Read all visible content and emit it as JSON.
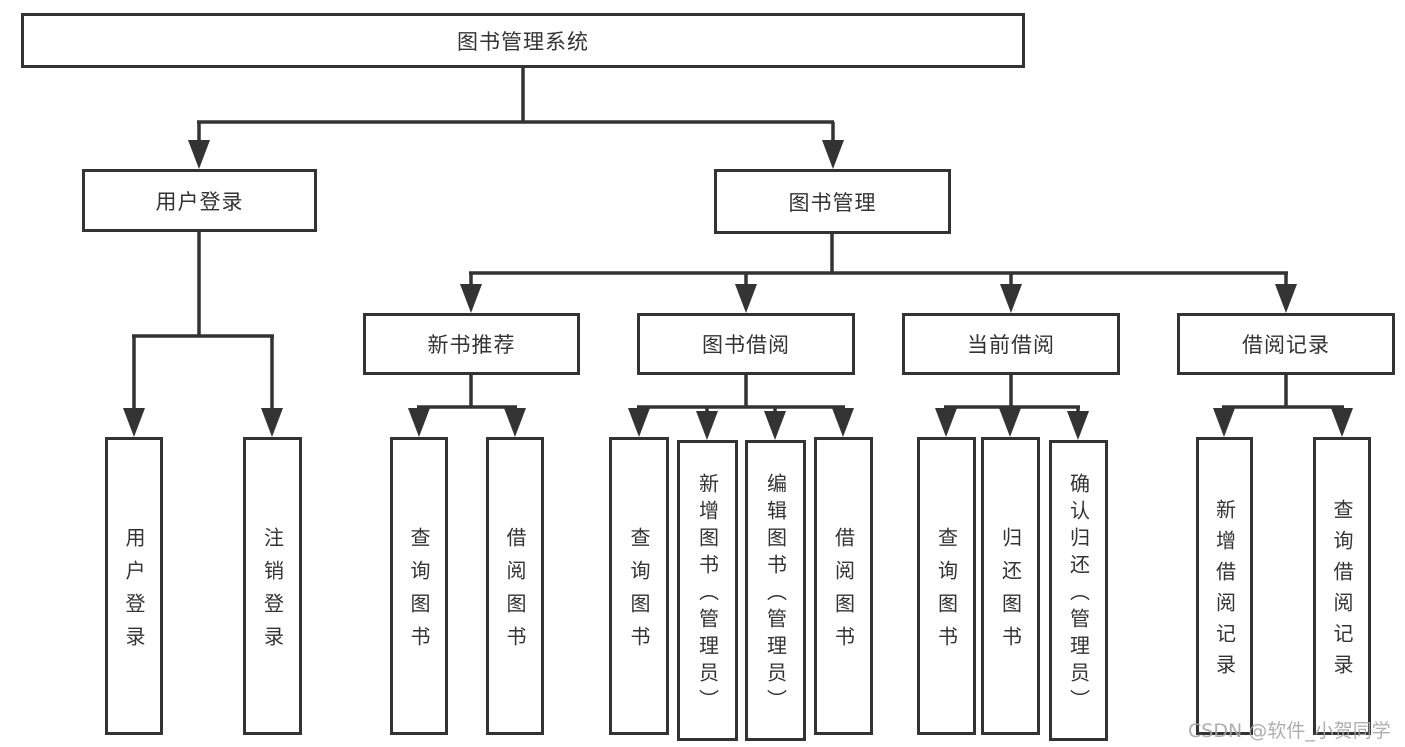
{
  "root": {
    "label": "图书管理系统"
  },
  "branches": [
    {
      "label": "用户登录",
      "leaves": [
        {
          "label": "用户登录"
        },
        {
          "label": "注销登录"
        }
      ]
    },
    {
      "label": "图书管理",
      "children": [
        {
          "label": "新书推荐",
          "leaves": [
            {
              "label": "查询图书"
            },
            {
              "label": "借阅图书"
            }
          ]
        },
        {
          "label": "图书借阅",
          "leaves": [
            {
              "label": "查询图书"
            },
            {
              "label": "新增图书（管理员）"
            },
            {
              "label": "编辑图书（管理员）"
            },
            {
              "label": "借阅图书"
            }
          ]
        },
        {
          "label": "当前借阅",
          "leaves": [
            {
              "label": "查询图书"
            },
            {
              "label": "归还图书"
            },
            {
              "label": "确认归还（管理员）"
            }
          ]
        },
        {
          "label": "借阅记录",
          "leaves": [
            {
              "label": "新增借阅记录"
            },
            {
              "label": "查询借阅记录"
            }
          ]
        }
      ]
    }
  ],
  "watermark": {
    "text": "CSDN @软件_小贺同学"
  },
  "colors": {
    "line": "#333333",
    "box_border": "#333333",
    "text": "#333333",
    "watermark": "#a6a6a6",
    "background": "#ffffff"
  }
}
